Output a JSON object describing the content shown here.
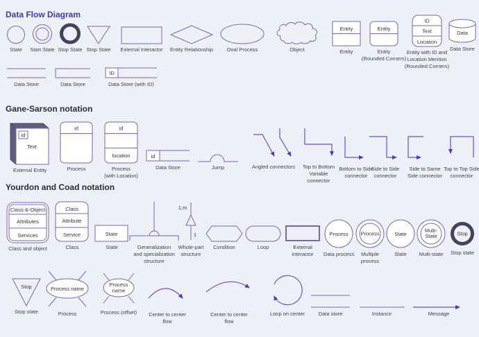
{
  "colors": {
    "background": "#eef0f8",
    "title_accent": "#3b3caf",
    "heading": "#2b2b33",
    "shape_stroke": "#7d62b5",
    "connector": "#6d4ec4",
    "arrowhead": "#5634c0",
    "dark_ring": "#45415c",
    "entity_3d_side": "#605c7d"
  },
  "sections": [
    {
      "title": "Data Flow Diagram",
      "items": [
        {
          "label": "State"
        },
        {
          "label": "Start State"
        },
        {
          "label": "Stop State"
        },
        {
          "label": "Stop State"
        },
        {
          "label": "External Interactor"
        },
        {
          "label": "Entity Relationship"
        },
        {
          "label": "Oval Process"
        },
        {
          "label": "Object"
        },
        {
          "label": "Entity",
          "text": "Entity"
        },
        {
          "label": "Entity\n(Rounded Corners)",
          "text": "Entity"
        },
        {
          "label": "Entity with ID and\nLocation Mention\n(Rounded Corners)",
          "rows": [
            "ID",
            "Text",
            "Location"
          ]
        },
        {
          "label": "Data Store",
          "text": "Data"
        },
        {
          "label": "Data Store"
        },
        {
          "label": "Data Store"
        },
        {
          "label": "Data Store (with ID)",
          "text": "ID"
        }
      ]
    },
    {
      "title": "Gane-Sarson notation",
      "items": [
        {
          "label": "External Entity",
          "id_text": "id",
          "text": "Text"
        },
        {
          "label": "Process",
          "text": "id"
        },
        {
          "label": "Process\n(with Location)",
          "text": "id",
          "location": "location"
        },
        {
          "label": "Data Store",
          "text": "id"
        },
        {
          "label": "Jump"
        },
        {
          "label": "Angled connectors"
        },
        {
          "label": "Top to Bottom\nVariable\nconnector"
        },
        {
          "label": "Bottom to Side\nconnector"
        },
        {
          "label": "Side to Side\nconnector"
        },
        {
          "label": "Side to Same\nSide connector"
        },
        {
          "label": "Top to Top Side\nconnector"
        }
      ]
    },
    {
      "title": "Yourdon and Coad notation",
      "items": [
        {
          "label": "Class and object",
          "rows": [
            "Class-&-Object",
            "Attributes",
            "Services"
          ]
        },
        {
          "label": "Class",
          "rows": [
            "Class",
            "Attribute",
            "Service"
          ]
        },
        {
          "label": "State",
          "text": "State"
        },
        {
          "label": "Generalization\nand specialization\nstructure"
        },
        {
          "label": "Whole-part\nstructure",
          "top_text": "1,m",
          "bottom_text": "1"
        },
        {
          "label": "Condition"
        },
        {
          "label": "Loop"
        },
        {
          "label": "External\ninteractor"
        },
        {
          "label": "Data process",
          "text": "Process"
        },
        {
          "label": "Multiple\nprocess",
          "text": "Process"
        },
        {
          "label": "State",
          "text": "State"
        },
        {
          "label": "Multi-state",
          "line1": "Multi-",
          "line2": "State"
        },
        {
          "label": "Stop state",
          "text": "Stop"
        },
        {
          "label": "Stop state",
          "text": "Stop"
        },
        {
          "label": "Process",
          "text": "Process name"
        },
        {
          "label": "Process (offset)",
          "line1": "Process",
          "line2": "name"
        },
        {
          "label": "Center to center\nflow"
        },
        {
          "label": "Center to center\nflow"
        },
        {
          "label": "Loop on center"
        },
        {
          "label": "Data store"
        },
        {
          "label": "Instance"
        },
        {
          "label": "Message"
        }
      ]
    }
  ]
}
